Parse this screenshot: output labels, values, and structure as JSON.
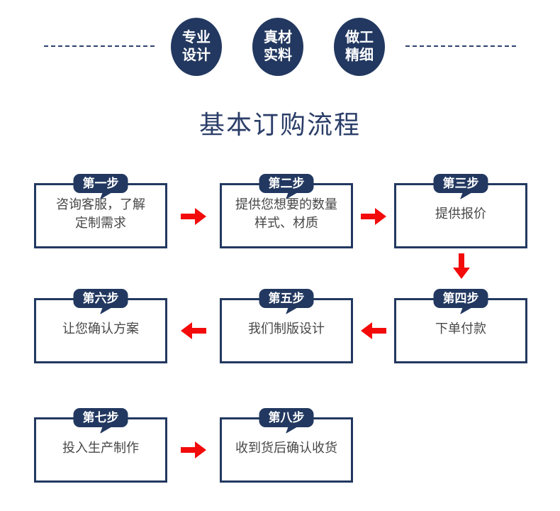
{
  "colors": {
    "navy": "#223860",
    "titlecolor": "#2b3e68",
    "red": "#f30b0b",
    "text": "#474747",
    "dash": "#2e4370"
  },
  "features": [
    {
      "lines": [
        "专业",
        "设计"
      ]
    },
    {
      "lines": [
        "真材",
        "实料"
      ]
    },
    {
      "lines": [
        "做工",
        "精细"
      ]
    }
  ],
  "title": "基本订购流程",
  "steps": [
    {
      "label": "第一步",
      "lines": [
        "咨询客服，了解",
        "定制需求"
      ]
    },
    {
      "label": "第二步",
      "lines": [
        "提供您想要的数量",
        "样式、材质"
      ]
    },
    {
      "label": "第三步",
      "lines": [
        "提供报价"
      ]
    },
    {
      "label": "第四步",
      "lines": [
        "下单付款"
      ]
    },
    {
      "label": "第五步",
      "lines": [
        "我们制版设计"
      ]
    },
    {
      "label": "第六步",
      "lines": [
        "让您确认方案"
      ]
    },
    {
      "label": "第七步",
      "lines": [
        "投入生产制作"
      ]
    },
    {
      "label": "第八步",
      "lines": [
        "收到货后确认收货"
      ]
    }
  ]
}
